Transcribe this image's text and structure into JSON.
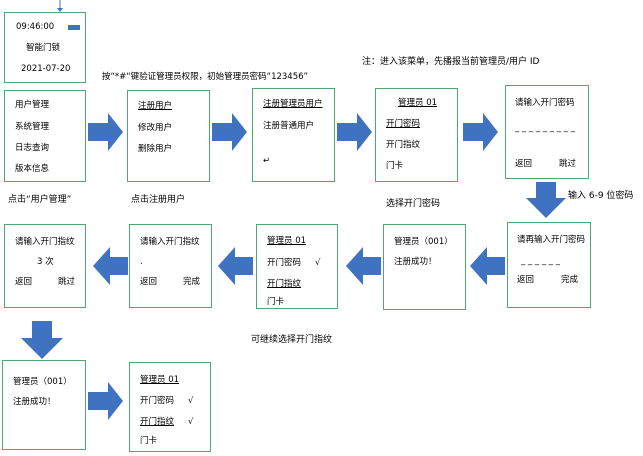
{
  "header": {
    "time": "09:46:00",
    "title": "智能门锁",
    "date": "2021-07-20"
  },
  "notes": {
    "top_note": "注：进入该菜单，先播报当前管理员/用户 ID",
    "verify_note": "按“*#“键验证管理员权限，初始管理员密码“123456”"
  },
  "captions": {
    "click_user_mgmt": "点击“用户管理”",
    "click_register": "点击注册用户",
    "choose_password": "选择开门密码",
    "input_digits": "输入 6-9 位密码",
    "continue_fp": "可继续选择开门指纹"
  },
  "main_menu": [
    "用户管理",
    "系统管理",
    "日志查询",
    "版本信息"
  ],
  "user_menu": [
    "注册用户",
    "修改用户",
    "删除用户"
  ],
  "register_menu": [
    "注册管理员用户",
    "注册普通用户"
  ],
  "admin_menu": {
    "title": "管理员 01",
    "items": [
      "开门密码",
      "开门指纹",
      "门卡"
    ]
  },
  "pwd_input": {
    "prompt": "请输入开门密码",
    "blank": "_ _ _ _ _ _ _ _ _",
    "back": "返回",
    "skip": "跳过"
  },
  "pwd_reenter": {
    "prompt": "请再输入开门密码",
    "blank": "_ _ _ _ _ _",
    "back": "返回",
    "done": "完成"
  },
  "success1": {
    "id": "管理员（001）",
    "msg": "注册成功！"
  },
  "admin_status1": {
    "title": "管理员 01",
    "pwd": "开门密码",
    "pwd_check": "√",
    "fp": "开门指纹",
    "card": "门卡"
  },
  "fp_done": {
    "prompt": "请输入开门指纹",
    "back": "返回",
    "done": "完成"
  },
  "fp_input": {
    "prompt": "请输入开门指纹",
    "count": "3 次",
    "back": "返回",
    "skip": "跳过"
  },
  "success2": {
    "id": "管理员（001）",
    "msg": "注册成功！"
  },
  "admin_status2": {
    "title": "管理员 01",
    "pwd": "开门密码",
    "pwd_check": "√",
    "fp": "开门指纹",
    "fp_check": "√",
    "card": "门卡"
  },
  "colors": {
    "arrow": "#3f72c1",
    "border": "#4fa86f"
  }
}
